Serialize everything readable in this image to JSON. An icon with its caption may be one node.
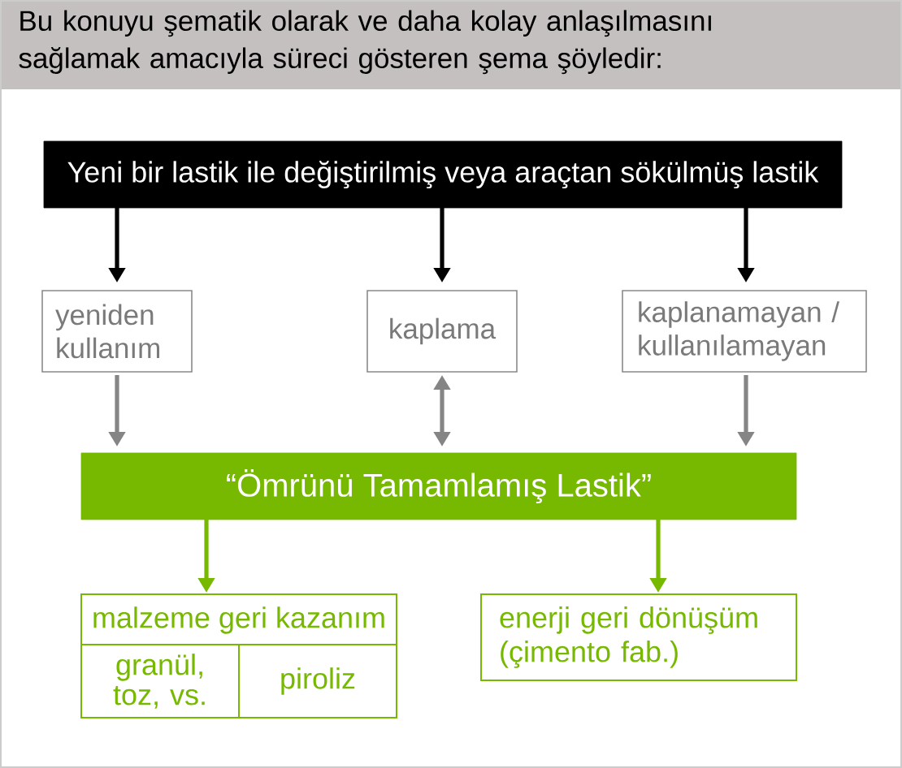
{
  "diagram": {
    "title": "Bu konuyu şematik olarak ve daha kolay anlaşılmasını sağlamak amacıyla süreci gösteren şema şöyledir:",
    "nodes": [
      {
        "text": [
          "Yeni bir lastik ile değiştirilmiş veya araçtan sökülmüş lastik"
        ]
      },
      {
        "text": [
          "yeniden kullanım"
        ]
      },
      {
        "text": [
          "kaplama"
        ]
      },
      {
        "text": [
          "kaplanamayan / kullanılamayan"
        ]
      },
      {
        "text": [
          "“Ömrünü Tamamlamış Lastik”"
        ]
      },
      {
        "text": [
          "malzeme geri kazanım"
        ]
      },
      {
        "text": [
          "granül, toz, vs."
        ],
        "in": 5
      },
      {
        "text": [
          "piroliz"
        ],
        "in": 5
      },
      {
        "text": [
          "enerji geri dönüşüm (çimento fab.)"
        ]
      }
    ],
    "edges": [
      {
        "from": 0,
        "to": 1,
        "arrow": "to",
        "color": "#000000"
      },
      {
        "from": 0,
        "to": 2,
        "arrow": "to",
        "color": "#000000"
      },
      {
        "from": 0,
        "to": 3,
        "arrow": "to",
        "color": "#000000"
      },
      {
        "from": 1,
        "to": 4,
        "arrow": "to",
        "color": "#858585"
      },
      {
        "from": 2,
        "to": 4,
        "arrow": "both",
        "color": "#858585"
      },
      {
        "from": 3,
        "to": 4,
        "arrow": "to",
        "color": "#858585"
      },
      {
        "from": 4,
        "to": 5,
        "arrow": "to",
        "color": "#76b900"
      },
      {
        "from": 4,
        "to": 8,
        "arrow": "to",
        "color": "#76b900"
      }
    ]
  }
}
